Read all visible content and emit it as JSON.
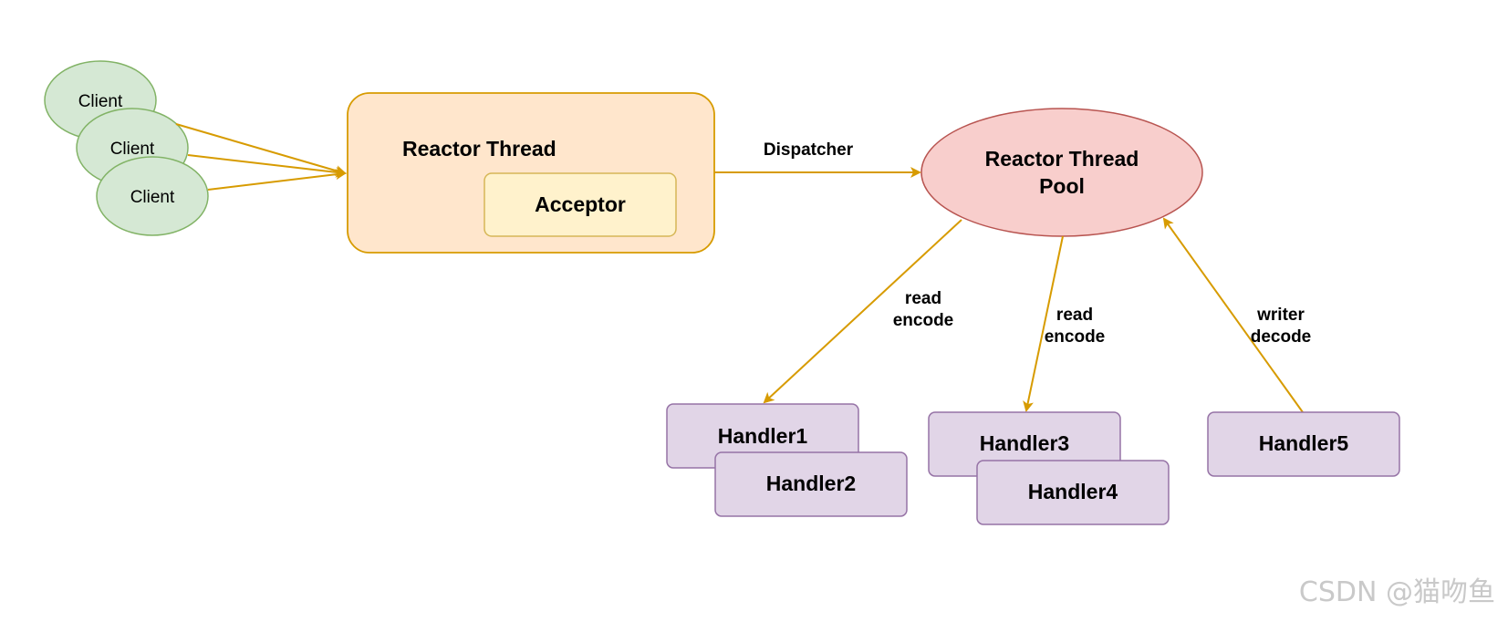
{
  "colors": {
    "client_fill": "#d5e8d4",
    "client_stroke": "#82b366",
    "reactor_fill": "#ffe6cc",
    "reactor_stroke": "#d79b00",
    "acceptor_fill": "#fff2cc",
    "acceptor_stroke": "#d6b656",
    "pool_fill": "#f8cecc",
    "pool_stroke": "#b85450",
    "handler_fill": "#e1d5e7",
    "handler_stroke": "#9673a6",
    "edge": "#d79b00"
  },
  "clients": [
    {
      "label": "Client"
    },
    {
      "label": "Client"
    },
    {
      "label": "Client"
    }
  ],
  "reactor": {
    "title": "Reactor Thread",
    "acceptor_label": "Acceptor"
  },
  "edges": {
    "dispatch_label": "Dispatcher",
    "read_encode_label_line1": "read",
    "read_encode_label_line2": "encode",
    "write_decode_label_line1": "writer",
    "write_decode_label_line2": "decode"
  },
  "pool": {
    "label_line1": "Reactor Thread",
    "label_line2": "Pool"
  },
  "handlers": [
    {
      "label": "Handler1"
    },
    {
      "label": "Handler2"
    },
    {
      "label": "Handler3"
    },
    {
      "label": "Handler4"
    },
    {
      "label": "Handler5"
    }
  ],
  "watermark": "CSDN @猫吻鱼"
}
